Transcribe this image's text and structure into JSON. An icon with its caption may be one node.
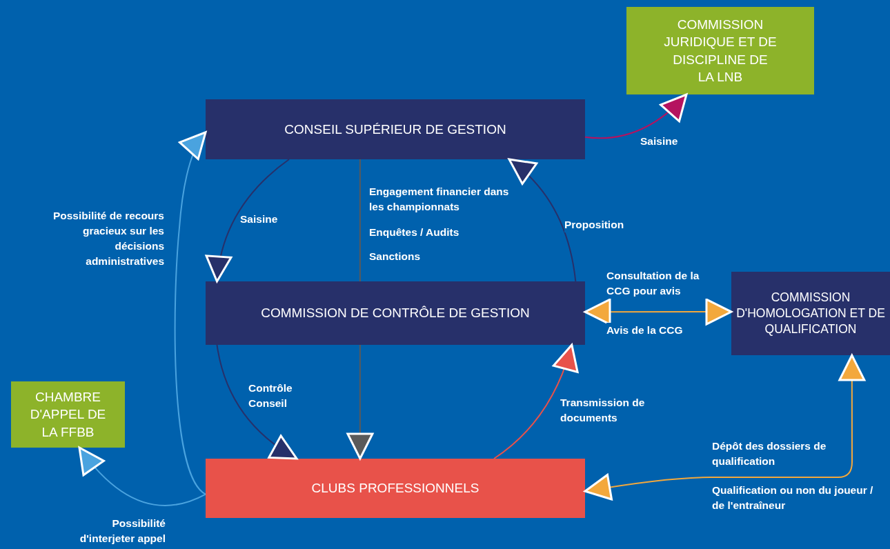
{
  "diagram": {
    "nodes": [
      {
        "text": [
          "COMMISSION JURIDIQUE ET DE DISCIPLINE DE LA LNB"
        ]
      },
      {
        "text": [
          "CONSEIL SUPÉRIEUR DE GESTION"
        ]
      },
      {
        "text": [
          "COMMISSION DE CONTRÔLE DE GESTION"
        ]
      },
      {
        "text": [
          "COMMISSION D'HOMOLOGATION ET DE QUALIFICATION"
        ]
      },
      {
        "text": [
          "CHAMBRE D'APPEL DE LA FFBB"
        ]
      },
      {
        "text": [
          "CLUBS PROFESSIONNELS"
        ]
      }
    ],
    "edges": [
      {
        "from": 1,
        "to": 0,
        "arrow": "to",
        "label": "Saisine",
        "color": "#b5135f"
      },
      {
        "from": 5,
        "to": 1,
        "arrow": "to",
        "label": "Possibilité de recours gracieux sur les décisions administratives",
        "color": "#4aa3df"
      },
      {
        "from": 1,
        "to": 2,
        "arrow": "to",
        "label": "Saisine"
      },
      {
        "from": 2,
        "to": 1,
        "arrow": "to",
        "label": "Proposition"
      },
      {
        "from": 1,
        "to": 2,
        "arrow": "none",
        "color": "#5a5a5a"
      },
      {
        "from": 2,
        "to": 5,
        "arrow": "to",
        "color": "#5a5a5a"
      },
      {
        "from": 2,
        "to": 5,
        "arrow": "to",
        "label": "Contrôle Conseil"
      },
      {
        "from": 5,
        "to": 2,
        "arrow": "to",
        "label": "Transmission de documents",
        "color": "#e8524a"
      },
      {
        "from": 2,
        "to": 3,
        "arrow": "both",
        "label": "Consultation de la CCG pour avis",
        "color": "#f3a83c"
      },
      {
        "from": 5,
        "to": 3,
        "arrow": "both",
        "label": "Dépôt des dossiers de qualification",
        "color": "#f3a83c"
      },
      {
        "from": 5,
        "to": 4,
        "arrow": "to",
        "label": "Possibilité d'interjeter appel",
        "color": "#4aa3df"
      }
    ],
    "labels": [
      "Engagement financier dans les championnats",
      "Enquêtes / Audits",
      "Sanctions",
      "Avis de la CCG",
      "Qualification ou non du joueur / de l'entraîneur"
    ]
  }
}
